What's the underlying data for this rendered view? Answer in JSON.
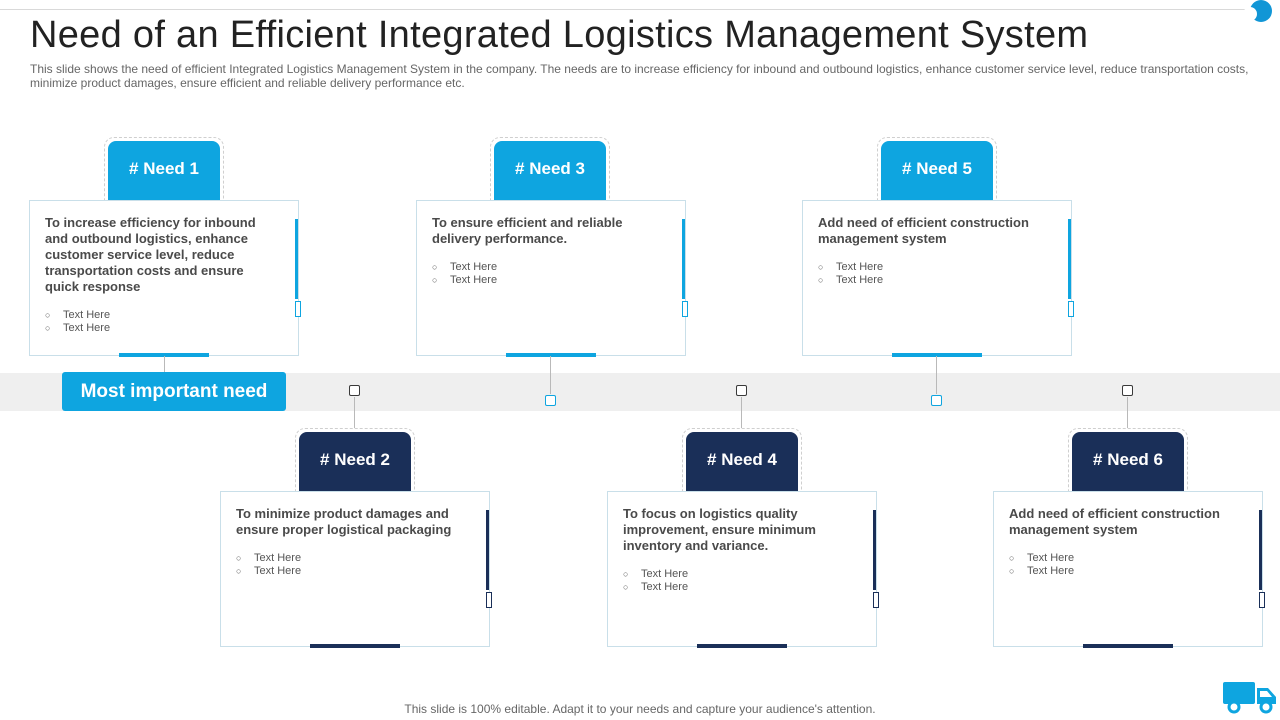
{
  "title": "Need of an Efficient Integrated Logistics Management System",
  "subtitle": "This slide shows the need of efficient Integrated Logistics Management System in the company. The needs are to increase efficiency for inbound and outbound logistics, enhance customer service level, reduce transportation costs, minimize product damages, ensure efficient and reliable delivery performance etc.",
  "important_label": "Most important need",
  "footer": "This slide is 100% editable. Adapt it to your needs and capture your audience's attention.",
  "colors": {
    "accent_light": "#0ea5e0",
    "accent_dark": "#1a2f58",
    "band": "#efefef"
  },
  "needs": [
    {
      "label": "# Need 1",
      "text": "To increase efficiency for inbound and outbound logistics, enhance customer service level, reduce transportation costs and ensure quick response",
      "bullets": [
        "Text Here",
        "Text Here"
      ]
    },
    {
      "label": "# Need 2",
      "text": "To minimize product damages and ensure proper logistical packaging",
      "bullets": [
        "Text Here",
        "Text Here"
      ]
    },
    {
      "label": "# Need 3",
      "text": "To ensure efficient and reliable delivery performance.",
      "bullets": [
        "Text Here",
        "Text Here"
      ]
    },
    {
      "label": "# Need 4",
      "text": "To focus on logistics quality improvement, ensure minimum inventory and variance.",
      "bullets": [
        "Text Here",
        "Text Here"
      ]
    },
    {
      "label": "# Need 5",
      "text": "Add need of efficient construction management system",
      "bullets": [
        "Text Here",
        "Text Here"
      ]
    },
    {
      "label": "# Need 6",
      "text": "Add need of efficient construction management system",
      "bullets": [
        "Text Here",
        "Text Here"
      ]
    }
  ],
  "icons": {
    "corner": "corner-circle-icon",
    "truck": "truck-icon"
  }
}
